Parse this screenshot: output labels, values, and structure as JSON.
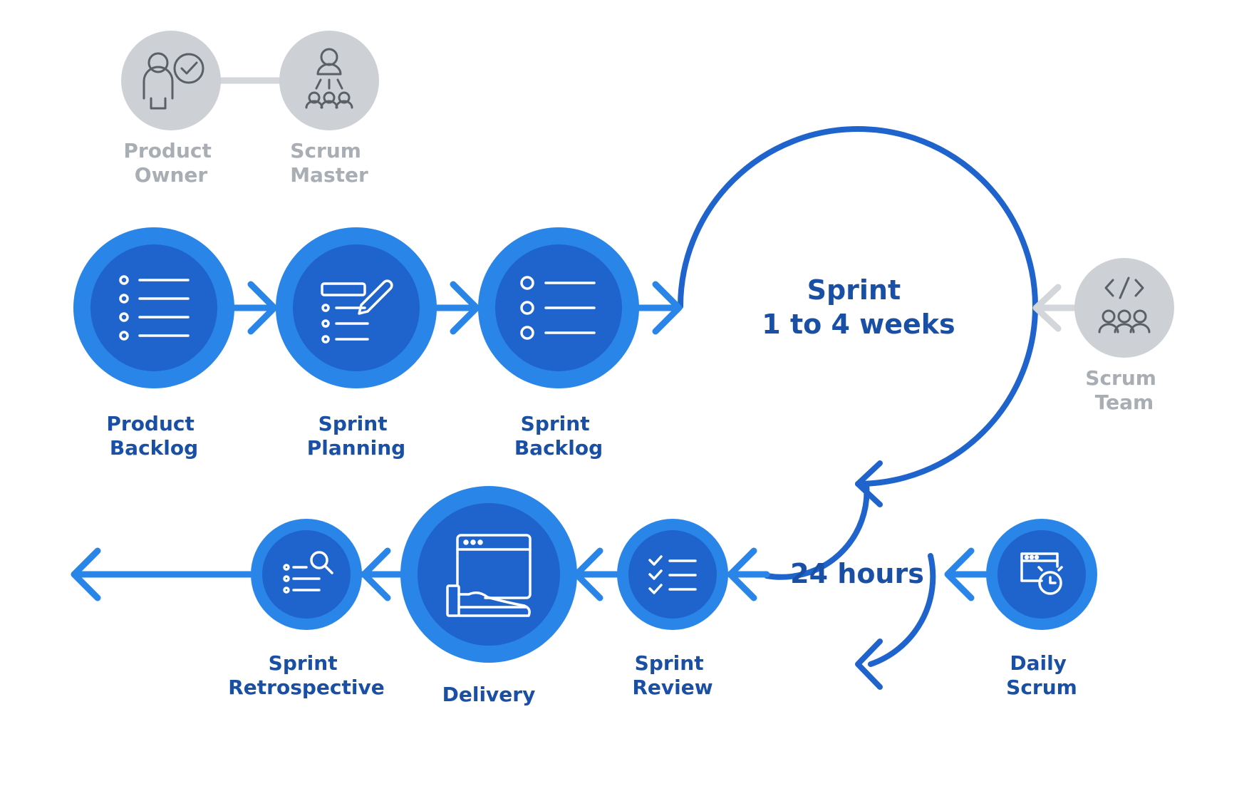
{
  "roles": {
    "product_owner": [
      "Product",
      "Owner"
    ],
    "scrum_master": [
      "Scrum",
      "Master"
    ],
    "scrum_team": [
      "Scrum",
      "Team"
    ]
  },
  "steps": {
    "product_backlog": [
      "Product",
      "Backlog"
    ],
    "sprint_planning": [
      "Sprint",
      "Planning"
    ],
    "sprint_backlog": [
      "Sprint",
      "Backlog"
    ],
    "sprint_review": [
      "Sprint",
      "Review"
    ],
    "delivery": [
      "Delivery"
    ],
    "sprint_retrospective": [
      "Sprint",
      "Retrospective"
    ],
    "daily_scrum": [
      "Daily",
      "Scrum"
    ]
  },
  "sprint": {
    "title": "Sprint",
    "duration": "1 to 4 weeks"
  },
  "daily": {
    "duration": "24 hours"
  },
  "colors": {
    "primary_blue": "#2a85e8",
    "dark_blue": "#1f63cc",
    "label_blue": "#1a4fa6",
    "gray_circle": "#cdd0d5",
    "gray_text": "#a9adb4"
  },
  "icons": {
    "product_owner": "person-check-icon",
    "scrum_master": "person-team-icon",
    "scrum_team": "code-team-icon",
    "product_backlog": "list-icon",
    "sprint_planning": "list-pencil-icon",
    "sprint_backlog": "list-icon",
    "sprint_review": "checklist-icon",
    "delivery": "browser-shoe-icon",
    "sprint_retrospective": "list-search-icon",
    "daily_scrum": "browser-clock-icon"
  }
}
